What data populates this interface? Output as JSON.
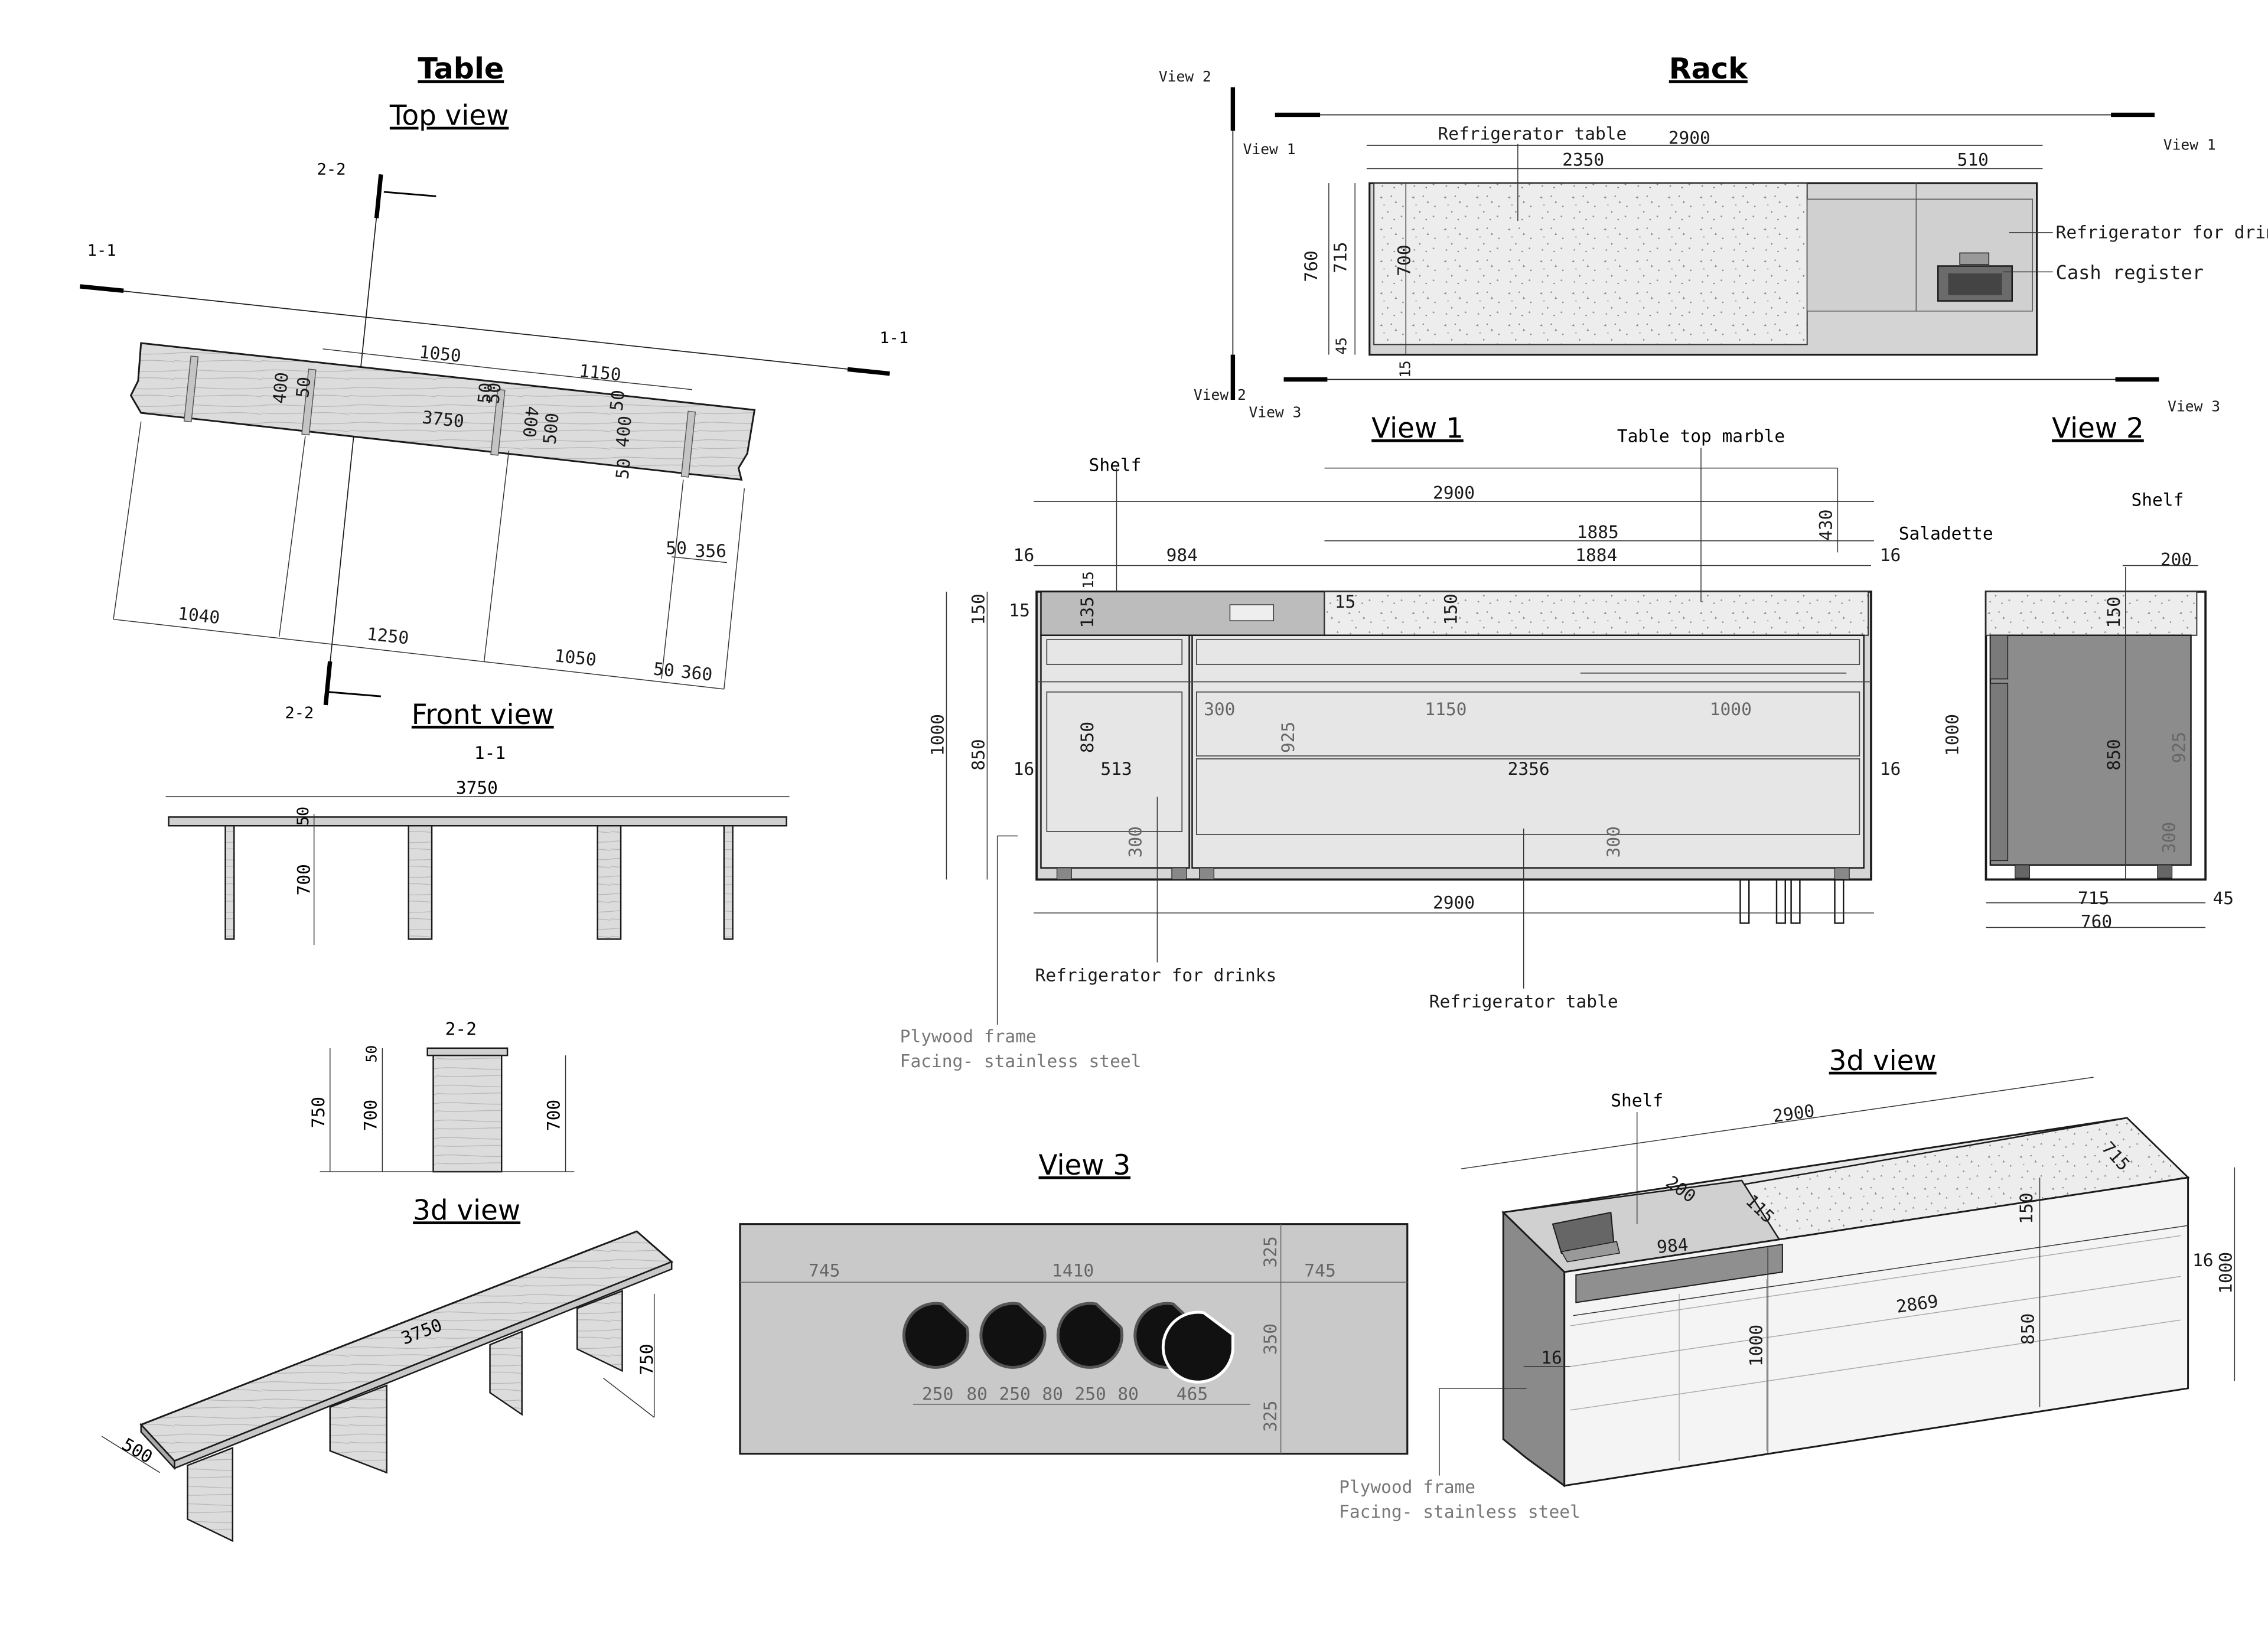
{
  "table": {
    "title": "Table",
    "top_view": {
      "title": "Top view",
      "section_a": "1-1",
      "section_b": "2-2",
      "dims": [
        "1050",
        "1150",
        "400",
        "50",
        "50",
        "50",
        "3750",
        "400",
        "500",
        "50",
        "400",
        "50",
        "50",
        "356",
        "1040",
        "1250",
        "1050",
        "50",
        "360"
      ]
    },
    "front_view": {
      "title": "Front view",
      "section": "1-1",
      "dims": [
        "3750",
        "50",
        "700"
      ]
    },
    "section_view": {
      "section": "2-2",
      "dims": [
        "750",
        "50",
        "700",
        "700"
      ]
    },
    "view_3d": {
      "title": "3d view",
      "dims": [
        "3750",
        "750",
        "500"
      ]
    }
  },
  "rack": {
    "title": "Rack",
    "plan": {
      "view_markers": [
        "View 2",
        "View 1",
        "View 1",
        "View 2",
        "View 3",
        "View 3"
      ],
      "labels": {
        "refrigerator_table": "Refrigerator table",
        "refrigerator_drinks": "Refrigerator for drinks",
        "cash_register": "Cash register"
      },
      "dims": [
        "2900",
        "2350",
        "510",
        "760",
        "715",
        "700",
        "45",
        "15"
      ]
    },
    "view1": {
      "title": "View 1",
      "labels": {
        "shelf": "Shelf",
        "table_top": "Table top marble",
        "saladette": "Saladette",
        "refrigerator_drinks": "Refrigerator for drinks",
        "refrigerator_table": "Refrigerator table",
        "plywood": "Plywood frame",
        "facing": "Facing- stainless steel"
      },
      "dims": [
        "2900",
        "1885",
        "984",
        "1884",
        "430",
        "16",
        "16",
        "15",
        "150",
        "135",
        "15",
        "15",
        "150",
        "1000",
        "850",
        "300",
        "1150",
        "1000",
        "850",
        "925",
        "513",
        "2356",
        "16",
        "16",
        "300",
        "300",
        "2900"
      ]
    },
    "view2": {
      "title": "View 2",
      "labels": {
        "shelf": "Shelf"
      },
      "dims": [
        "200",
        "150",
        "1000",
        "850",
        "925",
        "300",
        "715",
        "45",
        "760"
      ]
    },
    "view3": {
      "title": "View 3",
      "dims": [
        "745",
        "1410",
        "745",
        "325",
        "350",
        "325",
        "250",
        "80",
        "250",
        "80",
        "250",
        "80",
        "465"
      ]
    },
    "view_3d": {
      "title": "3d view",
      "labels": {
        "shelf": "Shelf",
        "plywood": "Plywood frame",
        "facing": "Facing- stainless steel"
      },
      "dims": [
        "2900",
        "715",
        "200",
        "115",
        "984",
        "150",
        "16",
        "2869",
        "1000",
        "850",
        "16",
        "1000"
      ]
    }
  },
  "colors": {
    "line": "#1a1a1a",
    "dim": "#333333",
    "gray_fill": "#c8c8c8",
    "light_fill": "#e6e6e6",
    "dark_fill": "#8a8a8a",
    "wood": "#d9d9d9"
  }
}
